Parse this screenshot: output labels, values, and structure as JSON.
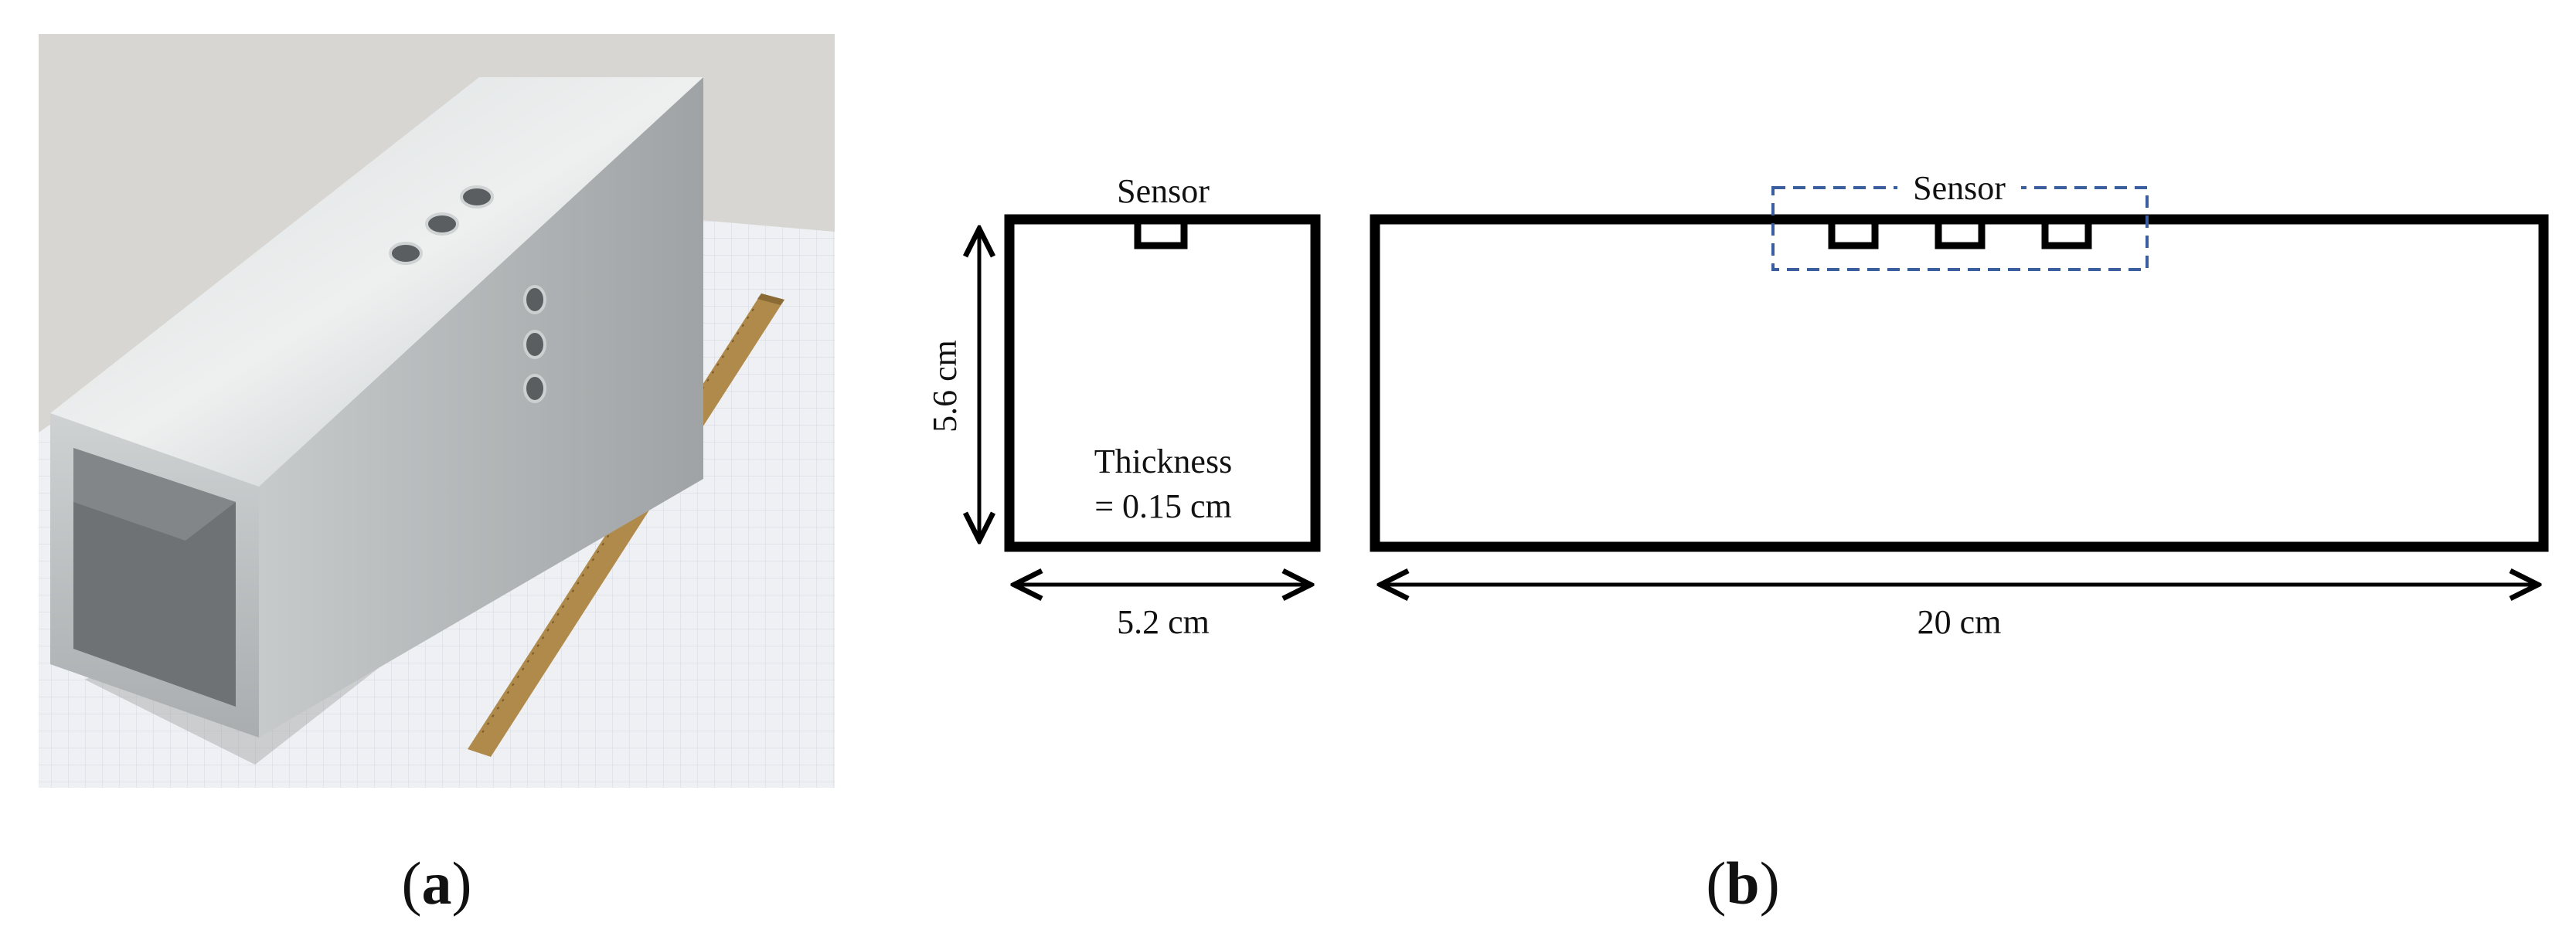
{
  "panel_a": {
    "label": "a"
  },
  "panel_b": {
    "label": "b",
    "cross_section": {
      "sensor_label": "Sensor",
      "height_label": "5.6 cm",
      "width_label": "5.2 cm",
      "thickness_line1": "Thickness",
      "thickness_line2": "= 0.15 cm"
    },
    "side_view": {
      "sensor_label": "Sensor",
      "length_label": "20 cm"
    }
  },
  "colors": {
    "outline": "#000000",
    "sensor_box_dashed": "#3b5f9e",
    "ruler": "#b08a4a",
    "aluminum": "#b9bdc0"
  }
}
